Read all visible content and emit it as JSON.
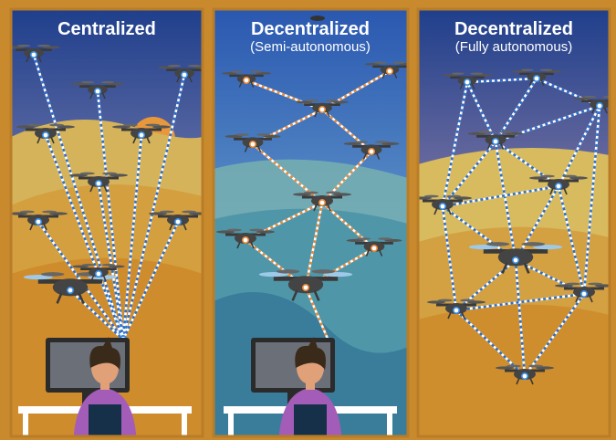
{
  "panels": [
    {
      "title": "Centralized",
      "subtitle": ""
    },
    {
      "title": "Decentralized",
      "subtitle": "(Semi-autonomous)"
    },
    {
      "title": "Decentralized",
      "subtitle": "(Fully autonomous)"
    }
  ],
  "colors": {
    "frame": "#c98a2e",
    "sky_top": "#2b4f9a",
    "sky_mid": "#6f7fb2",
    "ground_light": "#d9b45a",
    "ground_dark": "#c9902f",
    "panel2_sky": "#4a86b8",
    "panel2_ground": "#3f8f9f",
    "link_blue": "#2b6fc9",
    "link_orange": "#e8893a",
    "node_blue": "#3a8ee6",
    "node_orange": "#e8893a",
    "drone_body": "#444444",
    "sun": "#e8973a",
    "desk": "#ffffff",
    "person_shirt": "#a35cb8",
    "person_hair": "#3a2a1a",
    "monitor": "#2b2b2b"
  },
  "icons": {
    "drone": "quadcopter-drone-icon",
    "operator": "operator-at-computer-icon",
    "link": "dashed-comm-link",
    "sun": "sun-icon"
  }
}
